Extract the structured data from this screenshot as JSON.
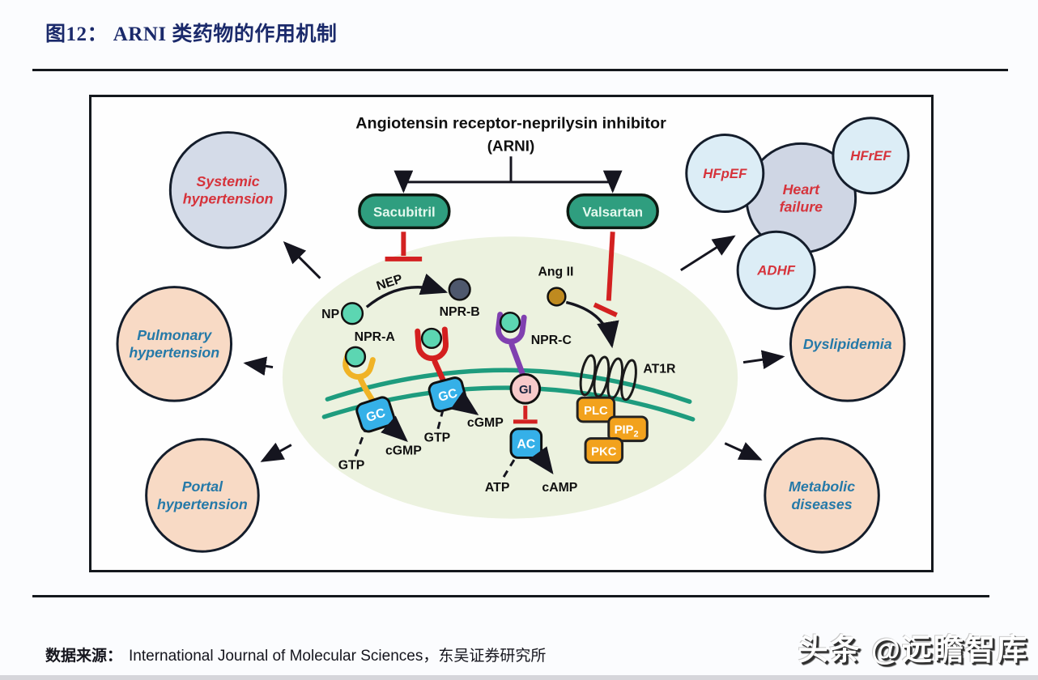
{
  "page": {
    "figure_title": "图12： ARNI 类药物的作用机制",
    "source_prefix": "数据来源：",
    "source_body": "International Journal of Molecular Sciences，东吴证券研究所",
    "watermark": "头条 @远瞻智库"
  },
  "diagram": {
    "header": {
      "line1": "Angiotensin receptor-neprilysin inhibitor",
      "line2": "(ARNI)"
    },
    "drugs": {
      "left": "Sacubitril",
      "right": "Valsartan"
    },
    "conditions": {
      "systemic": [
        "Systemic",
        "hypertension"
      ],
      "pulmonary": [
        "Pulmonary",
        "hypertension"
      ],
      "portal": [
        "Portal",
        "hypertension"
      ],
      "heart_failure": [
        "Heart",
        "failure"
      ],
      "hfpef": "HFpEF",
      "hfref": "HFrEF",
      "adhf": "ADHF",
      "dyslipidemia": "Dyslipidemia",
      "metabolic": [
        "Metabolic",
        "diseases"
      ]
    },
    "molecules": {
      "nep": "NEP",
      "np": "NP",
      "npr_a": "NPR-A",
      "npr_b": "NPR-B",
      "npr_c": "NPR-C",
      "ang_ii": "Ang II",
      "at1r": "AT1R",
      "gc": "GC",
      "gi": "GI",
      "ac": "AC",
      "plc": "PLC",
      "pip": "PIP",
      "pip_sub": "2",
      "pkc": "PKC",
      "gtp": "GTP",
      "cgmp": "cGMP",
      "atp": "ATP",
      "camp": "cAMP"
    },
    "colors": {
      "drug_pill_green": "#2f9e7f",
      "inhibit_red": "#d32121",
      "membrane_teal": "#1e9c7e",
      "cell_fill": "#ecf2df",
      "enzyme_blue": "#35b0e8",
      "kinase_orange": "#f2a21d",
      "gi_pink": "#f7caca",
      "condition_peach": "#f8dac5",
      "condition_bluegray": "#d4dbe8",
      "condition_lightblue": "#dcedf6",
      "label_red": "#d6333b",
      "label_blue": "#2579a8",
      "np_teal": "#5cd6b2",
      "angii_gold": "#bf8a1f",
      "npr_a_yellow": "#f0b326",
      "npr_c_purple": "#8040b0",
      "title_navy": "#1b2a6b"
    }
  }
}
